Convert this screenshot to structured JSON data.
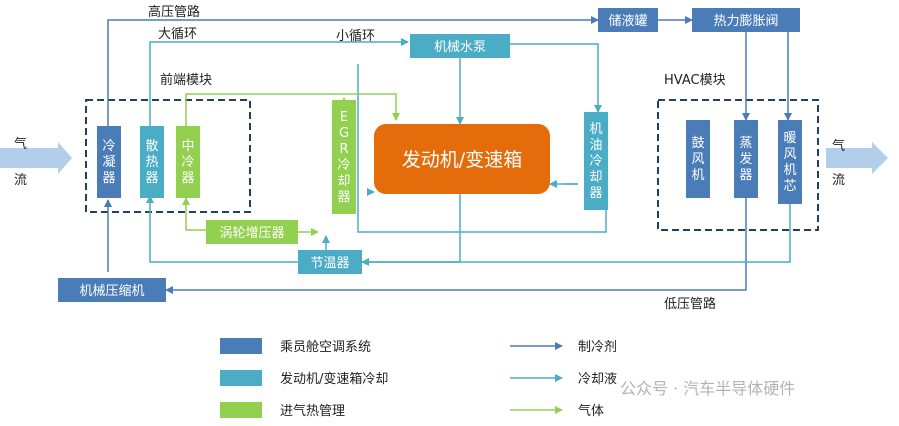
{
  "colors": {
    "dark_blue": "#4a7cb8",
    "teal": "#4bacc6",
    "green": "#92d050",
    "orange": "#e46c0a",
    "dashed_border": "#243f60",
    "airflow_arrow": "#9dc3e6"
  },
  "airflow": {
    "left": "气流",
    "right": "气流"
  },
  "labels": {
    "high_pressure_line": "高压管路",
    "big_loop": "大循环",
    "small_loop": "小循环",
    "front_module": "前端模块",
    "hvac_module": "HVAC模块",
    "low_pressure_line": "低压管路"
  },
  "blocks": {
    "condenser": "冷凝器",
    "radiator": "散热器",
    "intercooler": "中冷器",
    "egr_cooler": "EGR冷却器",
    "engine": "发动机/变速箱",
    "oil_cooler": "机油冷却器",
    "mech_pump": "机械水泵",
    "turbo": "涡轮增压器",
    "thermostat": "节温器",
    "compressor": "机械压缩机",
    "receiver": "储液罐",
    "expansion_valve": "热力膨胀阀",
    "blower": "鼓风机",
    "evaporator": "蒸发器",
    "heater_core": "暖风机芯"
  },
  "legend": {
    "systems": [
      {
        "label": "乘员舱空调系统",
        "color": "#4a7cb8"
      },
      {
        "label": "发动机/变速箱冷却",
        "color": "#4bacc6"
      },
      {
        "label": "进气热管理",
        "color": "#92d050"
      }
    ],
    "lines": [
      {
        "label": "制冷剂",
        "color": "#4a7cb8"
      },
      {
        "label": "冷却液",
        "color": "#4bacc6"
      },
      {
        "label": "气体",
        "color": "#92d050"
      }
    ]
  },
  "watermark": "公众号 · 汽车半导体硬件"
}
